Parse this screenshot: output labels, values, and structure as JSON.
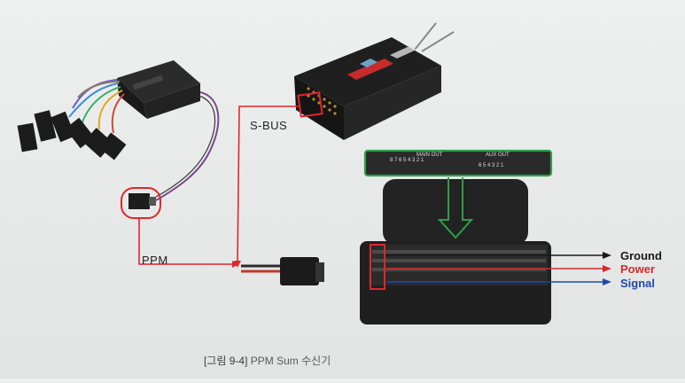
{
  "labels": {
    "sbus": "S-BUS",
    "ppm": "PPM",
    "ground": "Ground",
    "power": "Power",
    "signal": "Signal"
  },
  "panel": {
    "main_out": "MAIN OUT",
    "aux_out": "AUX OUT",
    "main_numbers": "8 7 6 5 4 3 2 1",
    "aux_numbers": "6 5 4 3 2 1"
  },
  "caption": {
    "figure": "[그림 9-4]",
    "text": " PPM Sum 수신기"
  },
  "colors": {
    "highlight_red": "#e0262b",
    "highlight_green": "#2e9e4a",
    "ground": "#1a1a1a",
    "power": "#d42a2a",
    "signal": "#1f4aa8"
  }
}
